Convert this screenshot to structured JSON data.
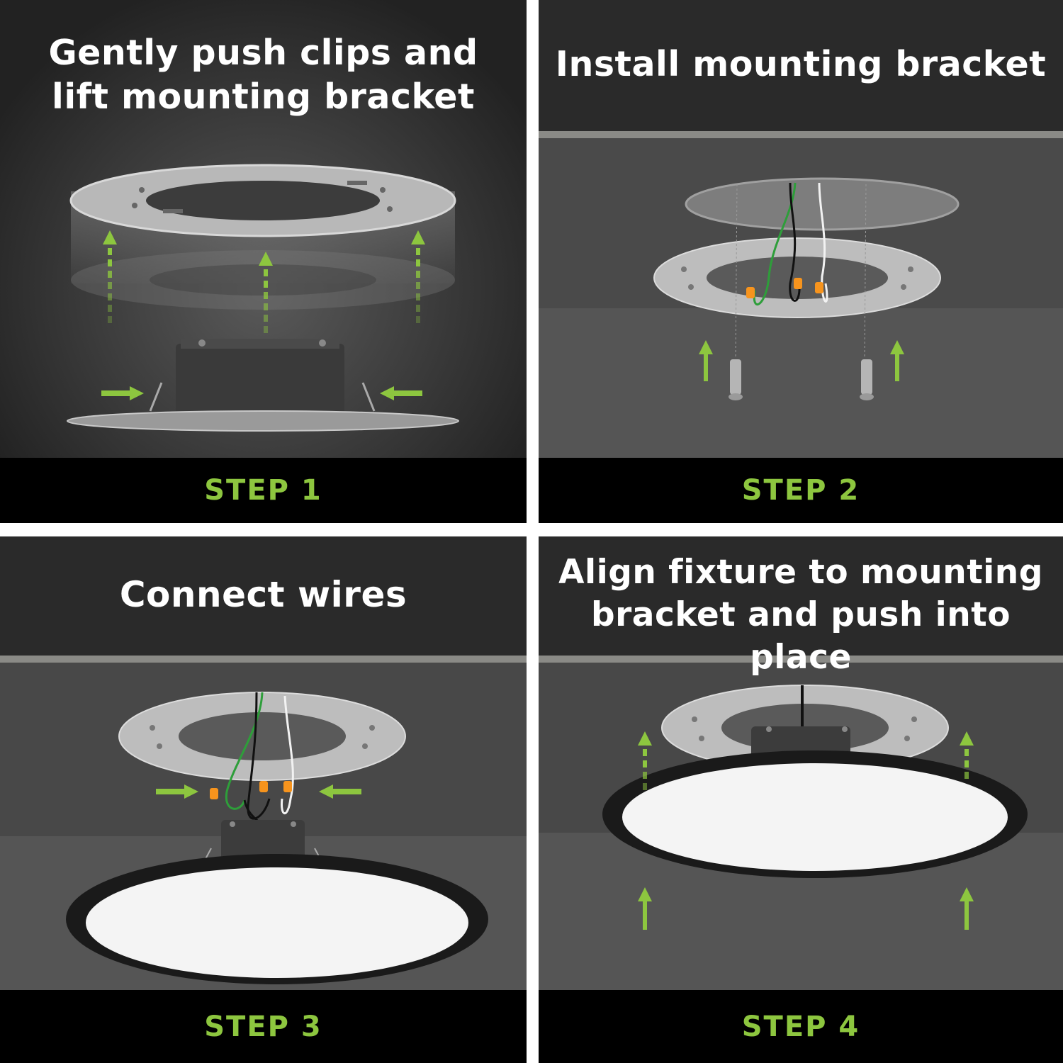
{
  "panels": [
    {
      "title": "Gently push clips and\nlift mounting bracket",
      "step": "STEP 1"
    },
    {
      "title": "Install mounting bracket",
      "step": "STEP 2"
    },
    {
      "title": "Connect wires",
      "step": "STEP 3"
    },
    {
      "title": "Align fixture to mounting\nbracket and push into place",
      "step": "STEP 4"
    }
  ],
  "colors": {
    "accent": "#8dc63f",
    "panel_bg": "#2a2a2a",
    "footer_bg": "#000000",
    "wire_connector": "#f7941d"
  }
}
